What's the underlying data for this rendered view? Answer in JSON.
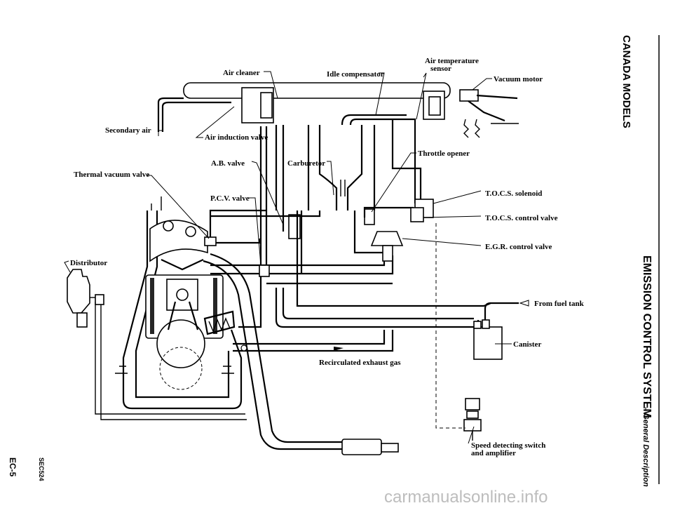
{
  "side_text": {
    "canada": "CANADA MODELS",
    "section_title": "EMISSION CONTROL SYSTEM",
    "section_subtitle": "– General Description",
    "page_number": "EC-5",
    "figure_code": "SEC524",
    "watermark": "carmanualsonline.info"
  },
  "labels": {
    "air_cleaner": "Air cleaner",
    "idle_compensator": "Idle compensator",
    "air_temp_sensor_1": "Air temperature",
    "air_temp_sensor_2": "sensor",
    "vacuum_motor": "Vacuum motor",
    "secondary_air": "Secondary air",
    "air_induction_valve": "Air induction valve",
    "throttle_opener": "Throttle opener",
    "ab_valve": "A.B. valve",
    "carburetor": "Carburetor",
    "thermal_vacuum_valve": "Thermal vacuum valve",
    "pcv_valve": "P.C.V. valve",
    "tocs_solenoid": "T.O.C.S. solenoid",
    "tocs_control_valve": "T.O.C.S. control valve",
    "egr_control_valve": "E.G.R. control valve",
    "distributor": "Distributor",
    "from_fuel_tank": "From fuel tank",
    "canister": "Canister",
    "recirculated_exhaust_gas": "Recirculated exhaust gas",
    "speed_switch_1": "Speed detecting switch",
    "speed_switch_2": "and amplifier"
  }
}
